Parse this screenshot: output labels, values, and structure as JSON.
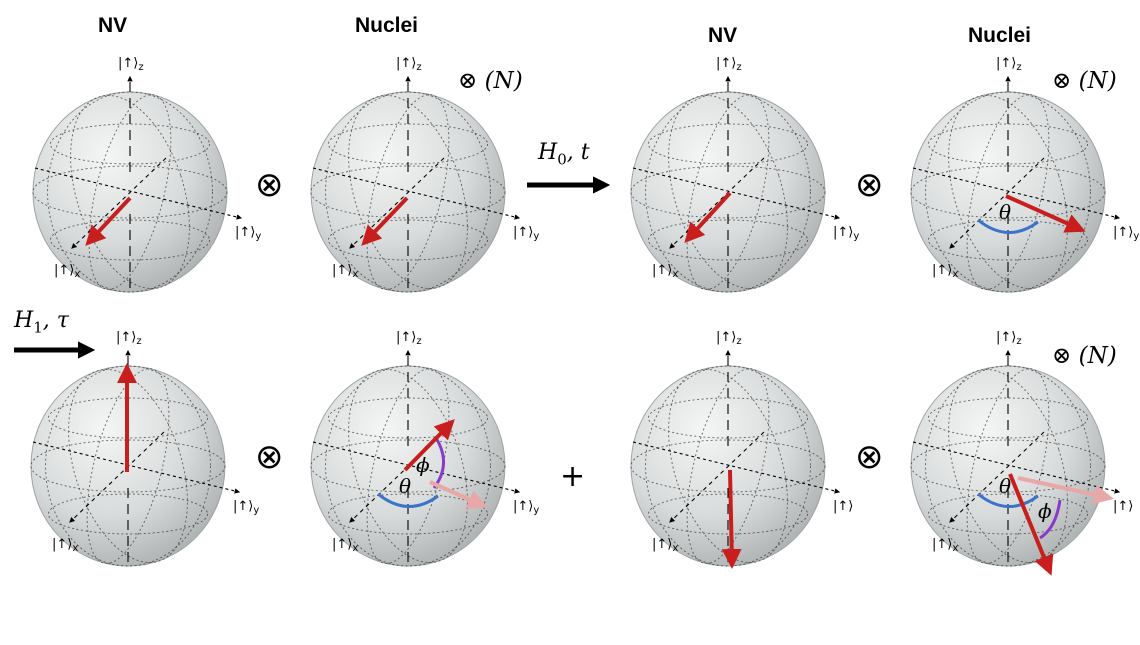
{
  "column_titles": [
    "NV",
    "Nuclei",
    "NV",
    "Nuclei"
  ],
  "tensor_symbol": "⊗",
  "nuclei_count": "(N)",
  "plus_symbol": "+",
  "evolution": [
    {
      "symbol": "H",
      "subscript": "0",
      "param": ", t"
    },
    {
      "symbol": "H",
      "subscript": "1",
      "param": ", τ"
    }
  ],
  "axis_labels": {
    "z": "|↑⟩z",
    "y": "|↑⟩y",
    "y_short": "|↑⟩",
    "x": "|↑⟩x"
  },
  "angle_labels": {
    "theta": "θ",
    "phi": "ϕ"
  },
  "colors": {
    "vector": "#c81e1e",
    "theta_arc": "#3a74c9",
    "phi_arc": "#8a3ac9",
    "faded_vector": "#e8a8a8"
  }
}
